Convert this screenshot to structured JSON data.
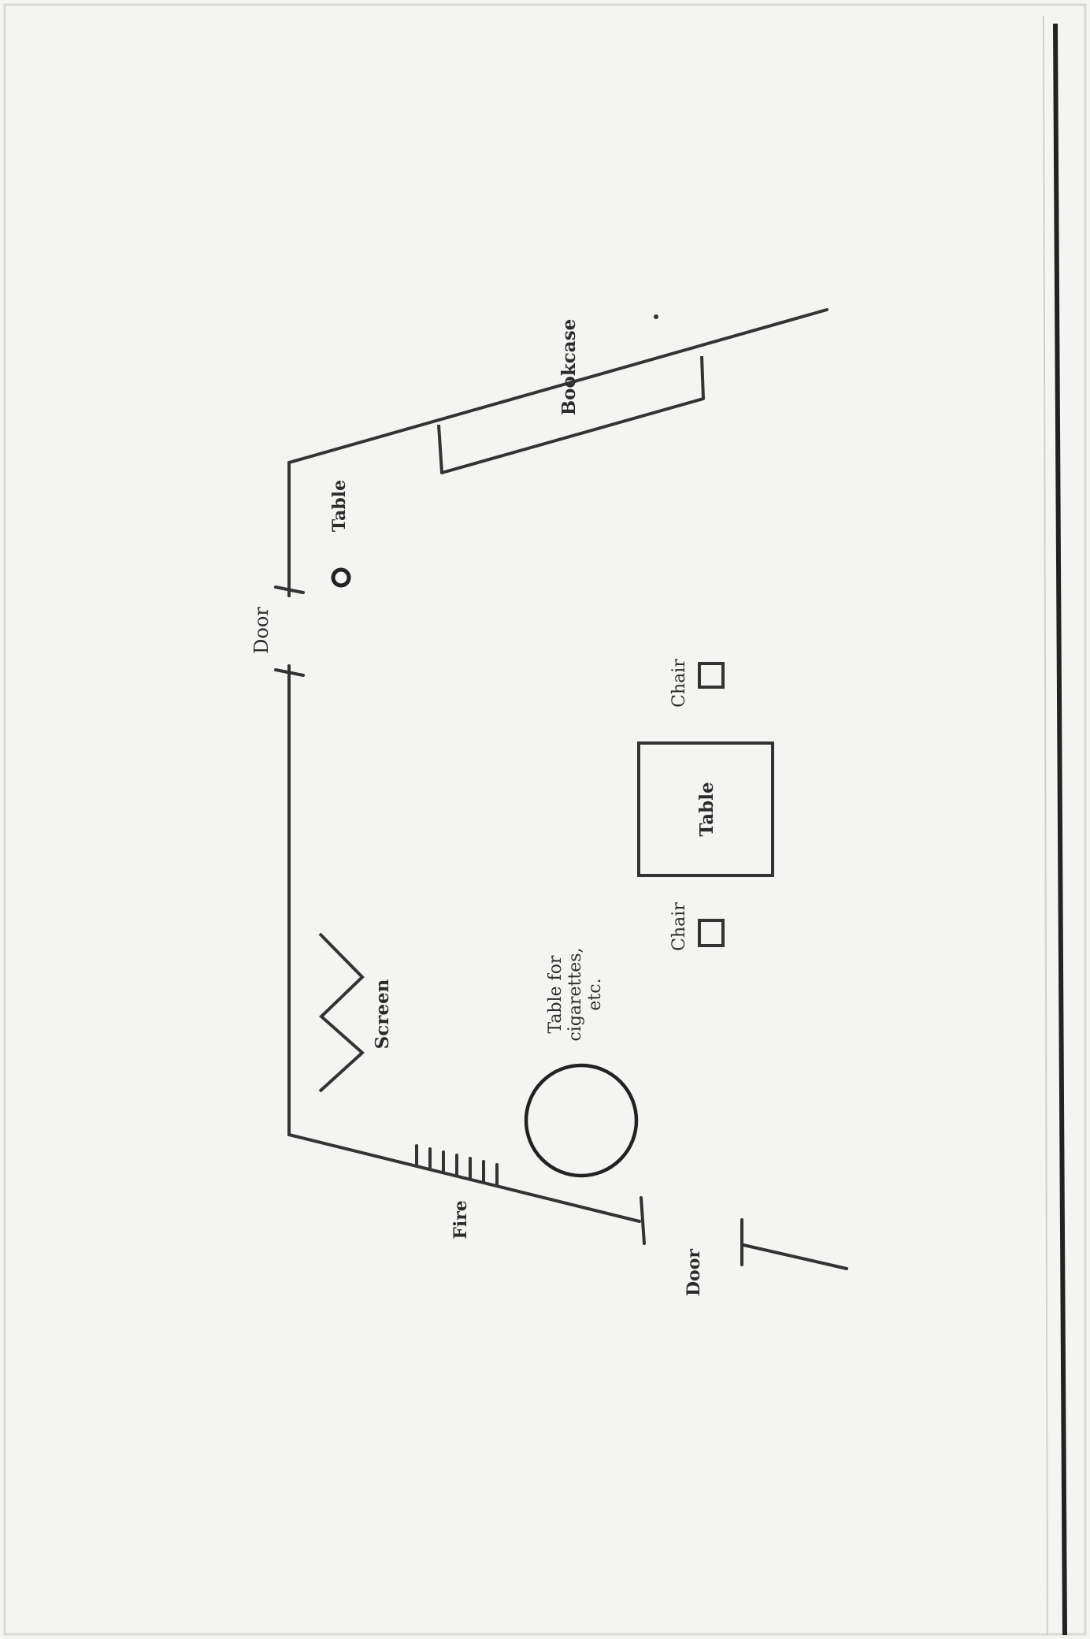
{
  "diagram": {
    "labels": {
      "door_top": "Door",
      "table_small": "Table",
      "bookcase": "Bookcase",
      "chair_top": "Chair",
      "table_center": "Table",
      "chair_bottom": "Chair",
      "screen": "Screen",
      "cig_table_line1": "Table for",
      "cig_table_line2": "cigarettes,",
      "cig_table_line3": "etc.",
      "fire": "Fire",
      "door_bottom": "Door"
    }
  }
}
